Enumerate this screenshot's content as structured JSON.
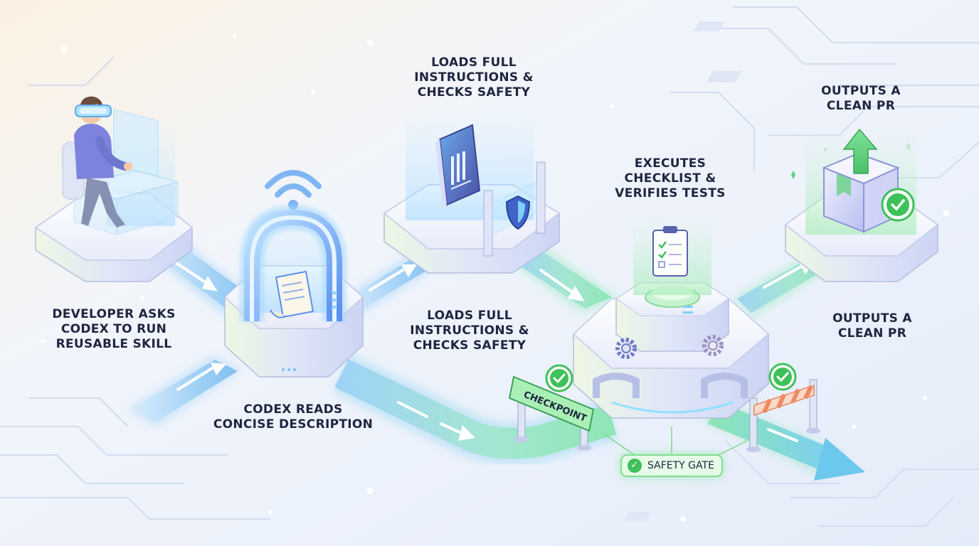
{
  "steps": {
    "developer": {
      "lines": [
        "DEVELOPER ASKS",
        "CODEX TO RUN",
        "REUSABLE SKILL"
      ]
    },
    "codex_reads": {
      "lines": [
        "CODEX READS",
        "CONCISE DESCRIPTION"
      ]
    },
    "loads_top": {
      "lines": [
        "LOADS FULL",
        "INSTRUCTIONS &",
        "CHECKS SAFETY"
      ]
    },
    "loads_bottom": {
      "lines": [
        "LOADS FULL",
        "INSTRUCTIONS &",
        "CHECKS SAFETY"
      ]
    },
    "executes": {
      "lines": [
        "EXECUTES",
        "CHECKLIST &",
        "VERIFIES TESTS"
      ]
    },
    "outputs_top": {
      "lines": [
        "OUTPUTS A",
        "CLEAN PR"
      ]
    },
    "outputs_bottom": {
      "lines": [
        "OUTPUTS A",
        "CLEAN PR"
      ]
    }
  },
  "checkpoint": {
    "label": "CHECKPOINT"
  },
  "safety_gate": {
    "label": "SAFETY GATE"
  },
  "icons": {
    "developer": "developer-vr-headset-icon",
    "wifi": "wifi-signal-icon",
    "arch": "glowing-arch-portal-icon",
    "scroll": "scroll-document-icon",
    "book": "instruction-book-icon",
    "shield": "shield-icon",
    "clipboard": "checklist-clipboard-icon",
    "gear": "gear-icon",
    "package": "package-box-icon",
    "upload": "upload-arrow-icon",
    "check": "check-circle-icon",
    "barrier": "barrier-gate-icon"
  },
  "colors": {
    "path_blue": "#8fc8f4",
    "path_green": "#8ee6b4",
    "ink": "#1f2540",
    "check_green": "#3fc15a",
    "platform": "#eef1fb",
    "platform_edge": "#b3bee0"
  }
}
